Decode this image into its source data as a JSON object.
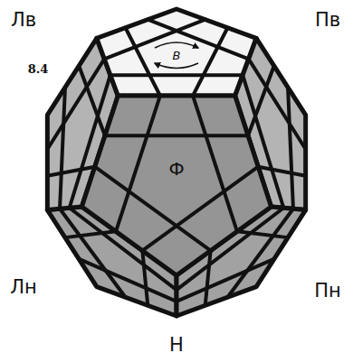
{
  "diagram": {
    "labels": [
      "Лв",
      "Пв",
      "8.4",
      "В",
      "Ф",
      "Лн",
      "Пн",
      "Н"
    ]
  }
}
